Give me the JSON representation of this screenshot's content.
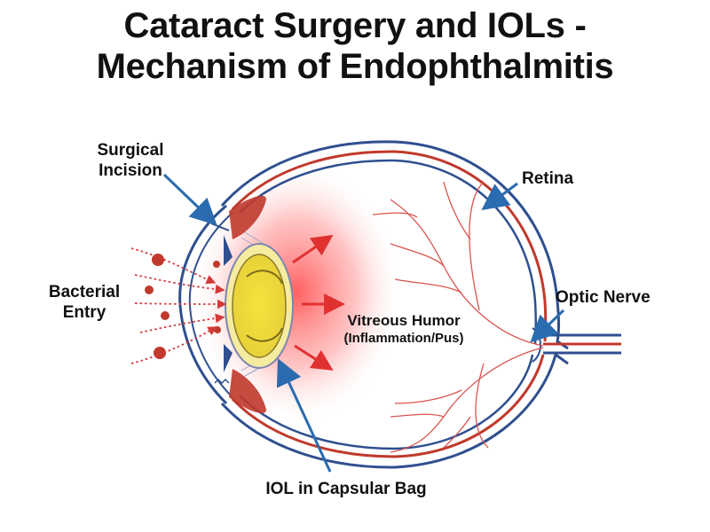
{
  "title": {
    "line1": "Cataract Surgery and IOLs -",
    "line2": "Mechanism of Endophthalmitis"
  },
  "labels": {
    "surgical_incision": [
      "Surgical",
      "Incision"
    ],
    "bacterial_entry": [
      "Bacterial",
      "Entry"
    ],
    "retina": "Retina",
    "optic_nerve": "Optic Nerve",
    "vitreous_humor": "Vitreous Humor",
    "vitreous_note": "(Inflammation/Pus)",
    "iol": "IOL in Capsular Bag"
  },
  "colors": {
    "sclera_outline": "#2f4f8f",
    "retina_red": "#c0392b",
    "inflammation": "#ff5a5a",
    "lens_yellow": "#f4e04d",
    "bacteria": "#c0392b",
    "pointer_arrow": "#2b6cb0",
    "spread_arrow": "#e03131"
  }
}
